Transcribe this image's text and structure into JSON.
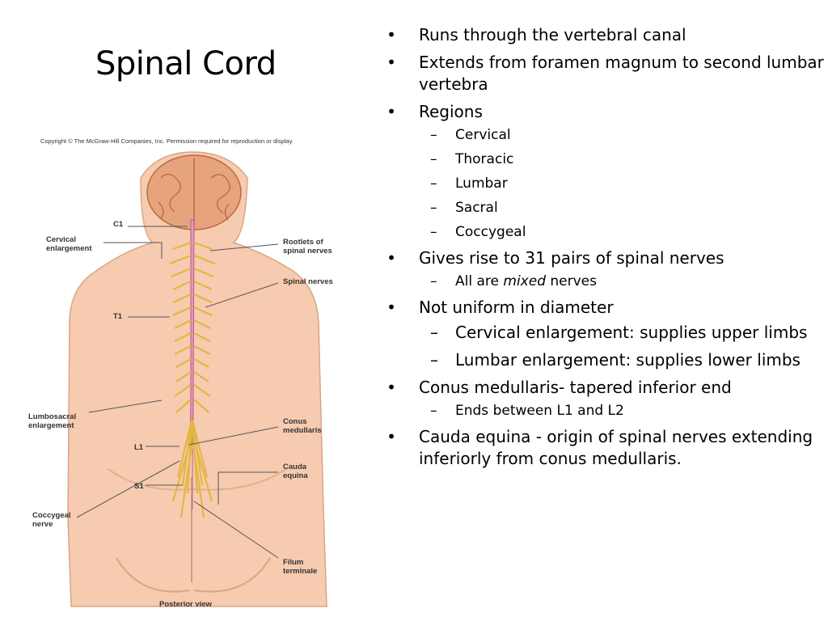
{
  "slide": {
    "title": "Spinal Cord",
    "bullets": [
      {
        "text": "Runs through the vertebral canal"
      },
      {
        "text": "Extends from foramen magnum to second lumbar vertebra"
      },
      {
        "text": "Regions",
        "sub": [
          "Cervical",
          "Thoracic",
          "Lumbar",
          "Sacral",
          "Coccygeal"
        ]
      },
      {
        "text": "Gives rise to 31 pairs of spinal nerves",
        "sub_rich": {
          "pre": "All are ",
          "em": "mixed",
          "post": " nerves"
        }
      },
      {
        "text": "Not uniform in diameter",
        "sub": [
          "Cervical enlargement: supplies upper limbs",
          "Lumbar enlargement: supplies lower limbs"
        ]
      },
      {
        "text": "Conus medullaris- tapered inferior end",
        "sub": [
          "Ends between L1 and L2"
        ]
      },
      {
        "text": "Cauda equina - origin of spinal nerves extending inferiorly from conus medullaris."
      }
    ],
    "bullet_symbol": "•",
    "dash_symbol": "–"
  },
  "figure": {
    "copyright": "Copyright © The McGraw-Hill Companies, Inc. Permission required for reproduction or display.",
    "caption": "Posterior view",
    "labels": {
      "c1": "C1",
      "cervical": "Cervical\nenlargement",
      "t1": "T1",
      "lumbosacral": "Lumbosacral\nenlargement",
      "l1": "L1",
      "s1": "S1",
      "coccygeal": "Coccygeal\nnerve",
      "rootlets": "Rootlets of\nspinal nerves",
      "spinal_nerves": "Spinal nerves",
      "conus": "Conus\nmedullaris",
      "cauda": "Cauda\nequina",
      "filum": "Filum\nterminale"
    }
  }
}
